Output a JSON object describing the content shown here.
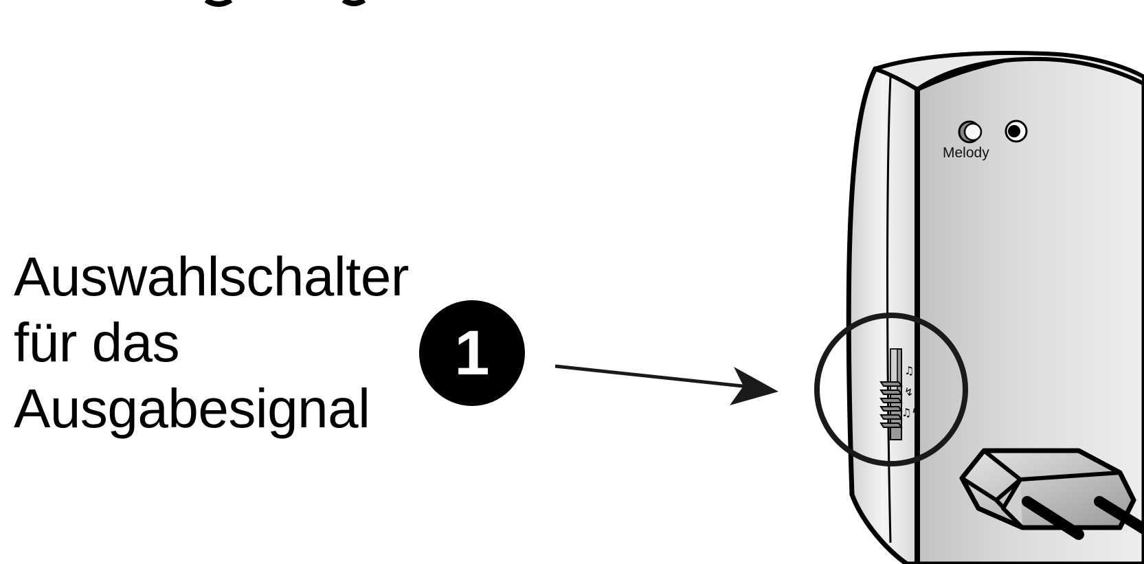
{
  "caption": {
    "line1": "Auswahlschalter",
    "line2": "für das",
    "line3": "Ausgabesignal"
  },
  "callout": {
    "number": "1"
  },
  "device": {
    "melody_label": "Melody"
  },
  "colors": {
    "ink": "#000000",
    "housing_light": "#f2f2f2",
    "housing_mid": "#d6d6d6",
    "housing_dark": "#bdbdbd",
    "switch_gray": "#8a8a8a"
  }
}
